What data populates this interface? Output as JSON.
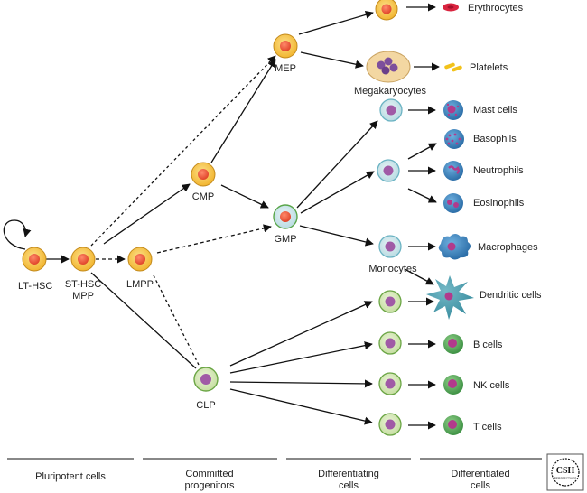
{
  "progenitors": {
    "lt_hsc": "LT-HSC",
    "st_hsc": "ST-HSC",
    "mpp": "MPP",
    "lmpp": "LMPP",
    "cmp": "CMP",
    "mep": "MEP",
    "gmp": "GMP",
    "clp": "CLP"
  },
  "intermediates": {
    "megakaryocytes": "Megakaryocytes",
    "monocytes": "Monocytes"
  },
  "mature": {
    "erythrocytes": "Erythrocytes",
    "platelets": "Platelets",
    "mast_cells": "Mast cells",
    "basophils": "Basophils",
    "neutrophils": "Neutrophils",
    "eosinophils": "Eosinophils",
    "macrophages": "Macrophages",
    "dendritic_cells": "Dendritic cells",
    "b_cells": "B cells",
    "nk_cells": "NK cells",
    "t_cells": "T cells"
  },
  "stages": {
    "pluripotent": "Pluripotent cells",
    "committed_1": "Committed",
    "committed_2": "progenitors",
    "differentiating_1": "Differentiating",
    "differentiating_2": "cells",
    "differentiated_1": "Differentiated",
    "differentiated_2": "cells"
  },
  "logo": {
    "text": "CSH",
    "subtext": "PERSPECTIVES"
  },
  "colors": {
    "stem_fill": "#f6c64a",
    "stem_nucleus": "#ef5a3c",
    "myeloid_fill": "#cfe5ea",
    "myeloid_ring": "#6bb3c3",
    "lymphoid_fill": "#d7e8b8",
    "lymphoid_ring": "#6aa544",
    "nucleus_purple": "#a05aa6",
    "mature_blue": "#3d86c2",
    "erythrocyte": "#d9243f",
    "platelet": "#f2c21a"
  }
}
